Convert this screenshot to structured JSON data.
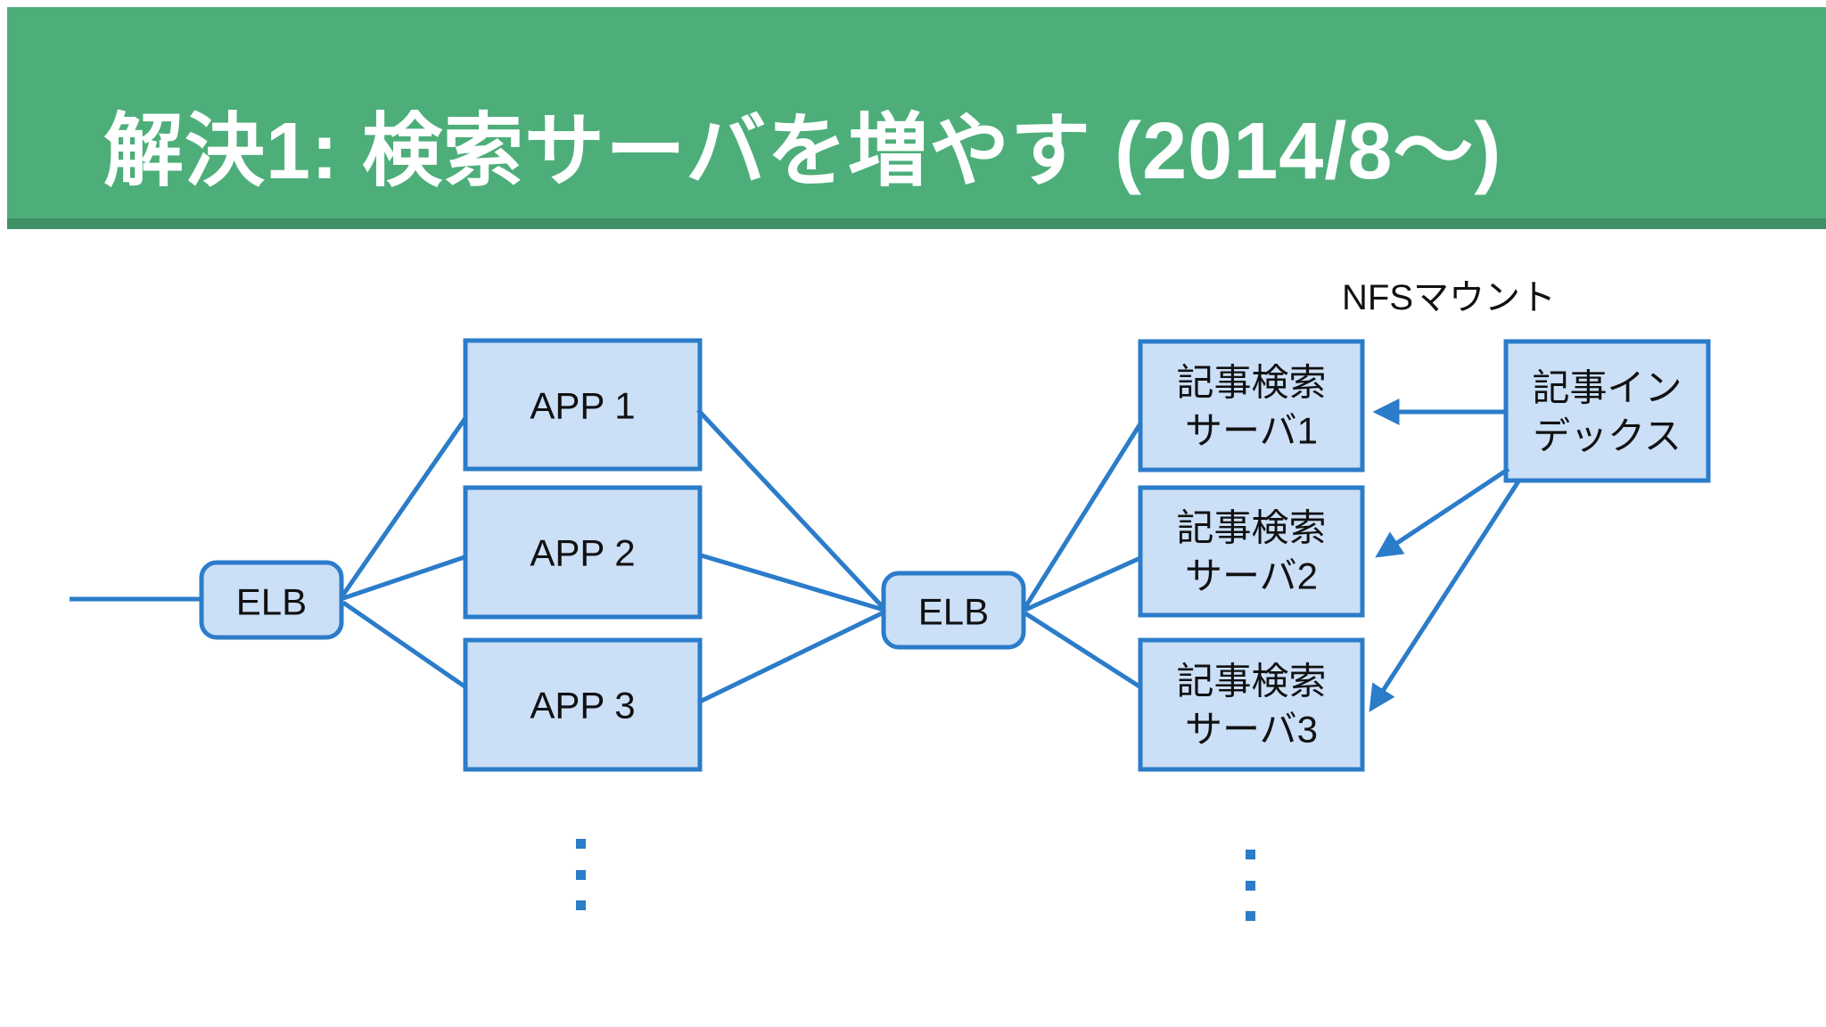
{
  "slide": {
    "title": "解決1: 検索サーバを増やす (2014/8〜)"
  },
  "colors": {
    "header_green": "#4DAE7A",
    "header_strip_green": "#3F9066",
    "title_text": "#FFFFFF",
    "box_fill": "#CBDFF7",
    "diagram_blue": "#2B7CC9",
    "label_text": "#111111"
  },
  "diagram": {
    "nfs_label": "NFSマウント",
    "elb_left_label": "ELB",
    "elb_right_label": "ELB",
    "app_servers": [
      "APP 1",
      "APP 2",
      "APP 3"
    ],
    "search_servers": [
      {
        "line1": "記事検索",
        "line2": "サーバ1"
      },
      {
        "line1": "記事検索",
        "line2": "サーバ2"
      },
      {
        "line1": "記事検索",
        "line2": "サーバ3"
      }
    ],
    "index_box": {
      "line1": "記事イン",
      "line2": "デックス"
    }
  }
}
